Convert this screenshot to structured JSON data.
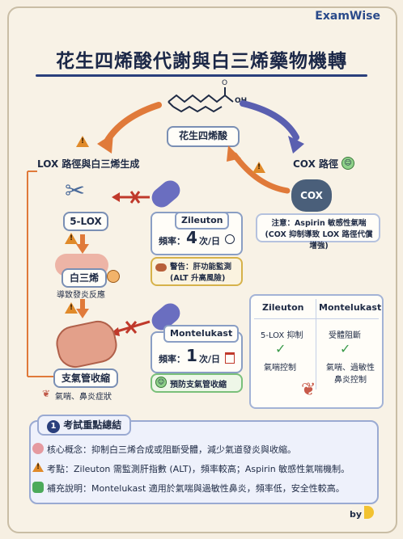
{
  "brand": "ExamWise",
  "title": "花生四烯酸代謝與白三烯藥物機轉",
  "molecule": {
    "oh": "OH",
    "o": "O",
    "label": "花生四烯酸"
  },
  "lox": {
    "path": "LOX 路徑與白三烯生成",
    "enzyme": "5-LOX",
    "product": "白三烯",
    "product_effect": "導致發炎反應",
    "end": "支氣管收縮",
    "end_effect": "氣喘、鼻炎症狀"
  },
  "cox": {
    "path": "COX 路徑",
    "enzyme": "COX",
    "note": "注意：Aspirin 敏感性氣喘\n(COX 抑制導致 LOX 路徑代償增強)"
  },
  "zileuton": {
    "name": "Zileuton",
    "freq_label": "頻率：",
    "freq_num": "4",
    "freq_unit": "次/日",
    "warning": "警告：肝功能監測\n(ALT 升高風險)"
  },
  "montelukast": {
    "name": "Montelukast",
    "freq_label": "頻率：",
    "freq_num": "1",
    "freq_unit": "次/日",
    "benefit": "預防支氣管收縮"
  },
  "compare": {
    "col1": "Zileuton",
    "col2": "Montelukast",
    "row1a": "5-LOX 抑制",
    "row1b": "受體阻斷",
    "row2a": "氣喘控制",
    "row2b": "氣喘、過敏性\n鼻炎控制"
  },
  "summary": {
    "num": "1",
    "head": "考試重點總結",
    "r1": "核心概念：抑制白三烯合成或阻斷受體，減少氣道發炎與收縮。",
    "r2": "考點：Zileuton 需監測肝指數 (ALT)，頻率較高；Aspirin 敏感性氣喘機制。",
    "r3": "補充說明：Montelukast 適用於氣喘與過敏性鼻炎，頻率低，安全性較高。"
  },
  "by": "by",
  "colors": {
    "navy": "#1b2747",
    "orange": "#e07a3a",
    "purple": "#5a5fb0",
    "green": "#3a9a4a",
    "red": "#c0392b"
  },
  "icons": [
    "scissors-icon",
    "capsule-icon",
    "warning-icon",
    "check-icon",
    "clock-icon",
    "calendar-icon",
    "lungs-icon",
    "liver-icon",
    "bronchus-icon",
    "brain-icon",
    "shield-icon",
    "banana-icon"
  ]
}
